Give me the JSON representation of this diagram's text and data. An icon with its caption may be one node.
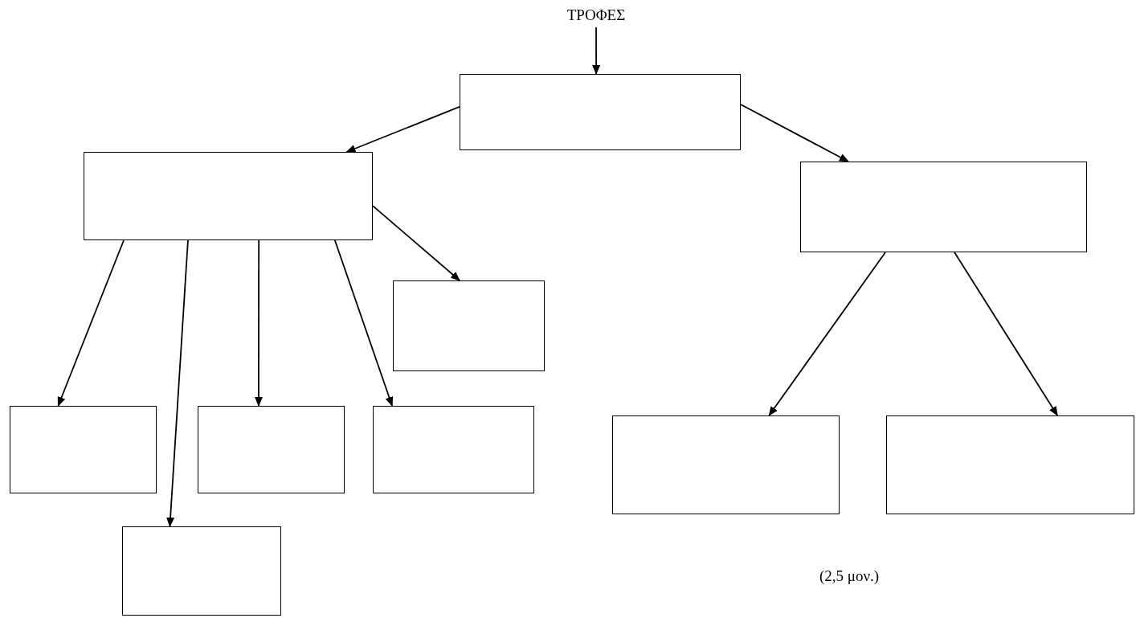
{
  "diagram": {
    "nodes": [
      {
        "text": [
          "ΤΡΟΦΕΣ"
        ]
      },
      {
        "text": [],
        "shape": "box"
      },
      {
        "text": [],
        "shape": "box"
      },
      {
        "text": [],
        "shape": "box"
      },
      {
        "text": [],
        "shape": "box"
      },
      {
        "text": [],
        "shape": "box"
      },
      {
        "text": [],
        "shape": "box"
      },
      {
        "text": [],
        "shape": "box"
      },
      {
        "text": [],
        "shape": "box"
      },
      {
        "text": [],
        "shape": "box"
      },
      {
        "text": [],
        "shape": "box"
      }
    ],
    "edges": [
      {
        "from": 0,
        "to": 1,
        "arrow": "to"
      },
      {
        "from": 1,
        "to": 2,
        "arrow": "to"
      },
      {
        "from": 1,
        "to": 3,
        "arrow": "to"
      },
      {
        "from": 2,
        "to": 4,
        "arrow": "to"
      },
      {
        "from": 2,
        "to": 5,
        "arrow": "to"
      },
      {
        "from": 2,
        "to": 8,
        "arrow": "to"
      },
      {
        "from": 2,
        "to": 6,
        "arrow": "to"
      },
      {
        "from": 2,
        "to": 7,
        "arrow": "to"
      },
      {
        "from": 3,
        "to": 9,
        "arrow": "to"
      },
      {
        "from": 3,
        "to": 10,
        "arrow": "to"
      }
    ],
    "labels": [
      "(2,5 μον.)"
    ]
  }
}
